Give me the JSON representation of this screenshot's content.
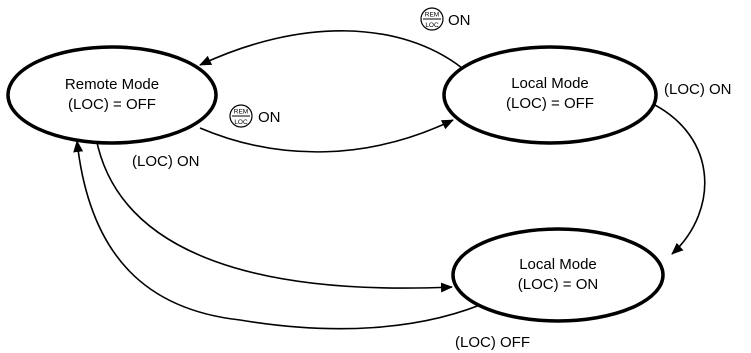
{
  "states": {
    "remote": {
      "title": "Remote Mode",
      "status": "(LOC) = OFF"
    },
    "local_off": {
      "title": "Local Mode",
      "status": "(LOC) = OFF"
    },
    "local_on": {
      "title": "Local Mode",
      "status": "(LOC) = ON"
    }
  },
  "transitions": {
    "local_off_to_remote": "ON",
    "remote_to_local_off": "ON",
    "local_off_to_local_on": "(LOC) ON",
    "remote_to_local_on": "(LOC) ON",
    "local_on_to_remote": "(LOC) OFF"
  },
  "rem_loc_key": {
    "top": "REM",
    "bottom": "LOC"
  }
}
